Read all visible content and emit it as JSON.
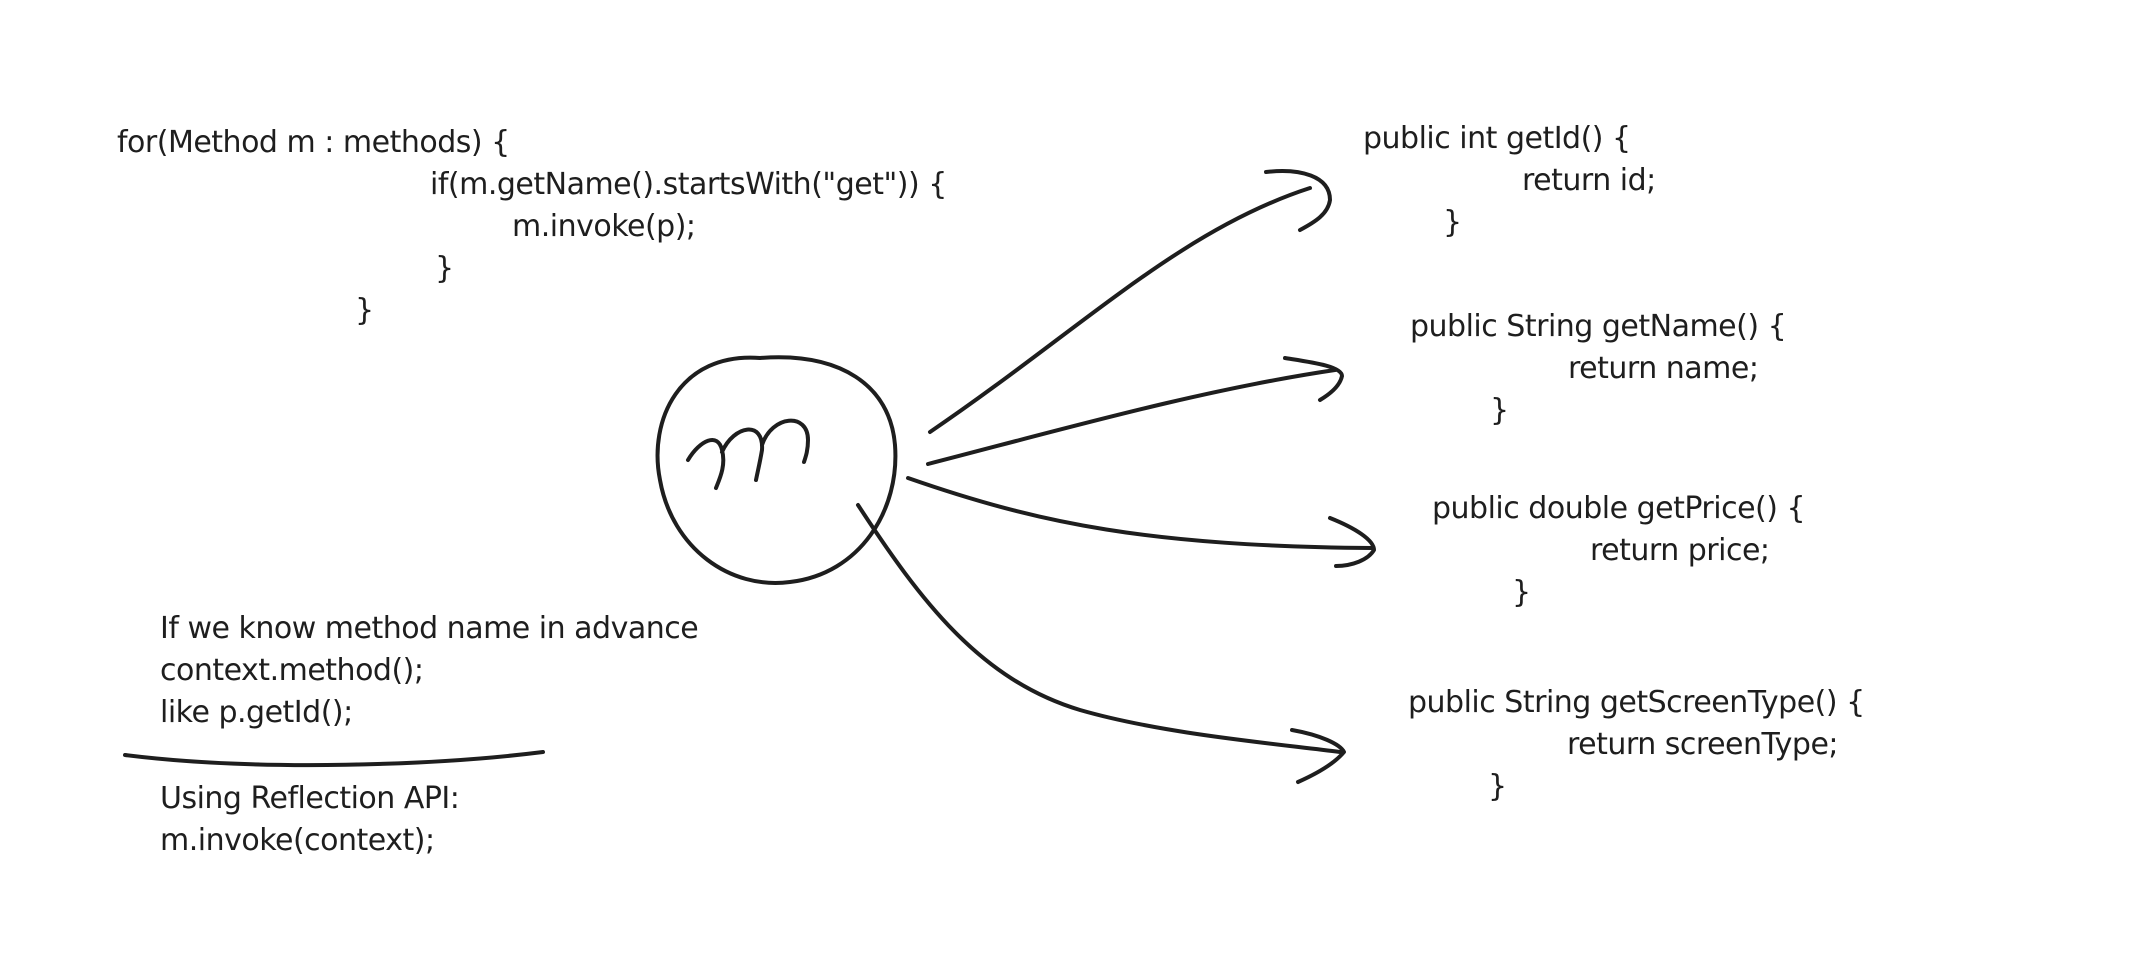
{
  "loop_code": {
    "line1": "for(Method m : methods) {",
    "line2": "if(m.getName().startsWith(\"get\")) {",
    "line3": "m.invoke(p);",
    "line4": "}",
    "line5": "}"
  },
  "circle_label": "m",
  "notes": {
    "direct_line1": "If we know method name in advance",
    "direct_line2": "context.method();",
    "direct_line3": "like p.getId();",
    "reflection_line1": "Using Reflection API:",
    "reflection_line2": "m.invoke(context);"
  },
  "methods": [
    {
      "signature": "public int getId() {",
      "body": "return id;",
      "close": "}"
    },
    {
      "signature": "public String getName() {",
      "body": "return name;",
      "close": "}"
    },
    {
      "signature": "public double getPrice() {",
      "body": "return price;",
      "close": "}"
    },
    {
      "signature": "public String getScreenType() {",
      "body": "return screenType;",
      "close": "}"
    }
  ],
  "stroke_color": "#1e1e1e",
  "background_color": "#ffffff"
}
